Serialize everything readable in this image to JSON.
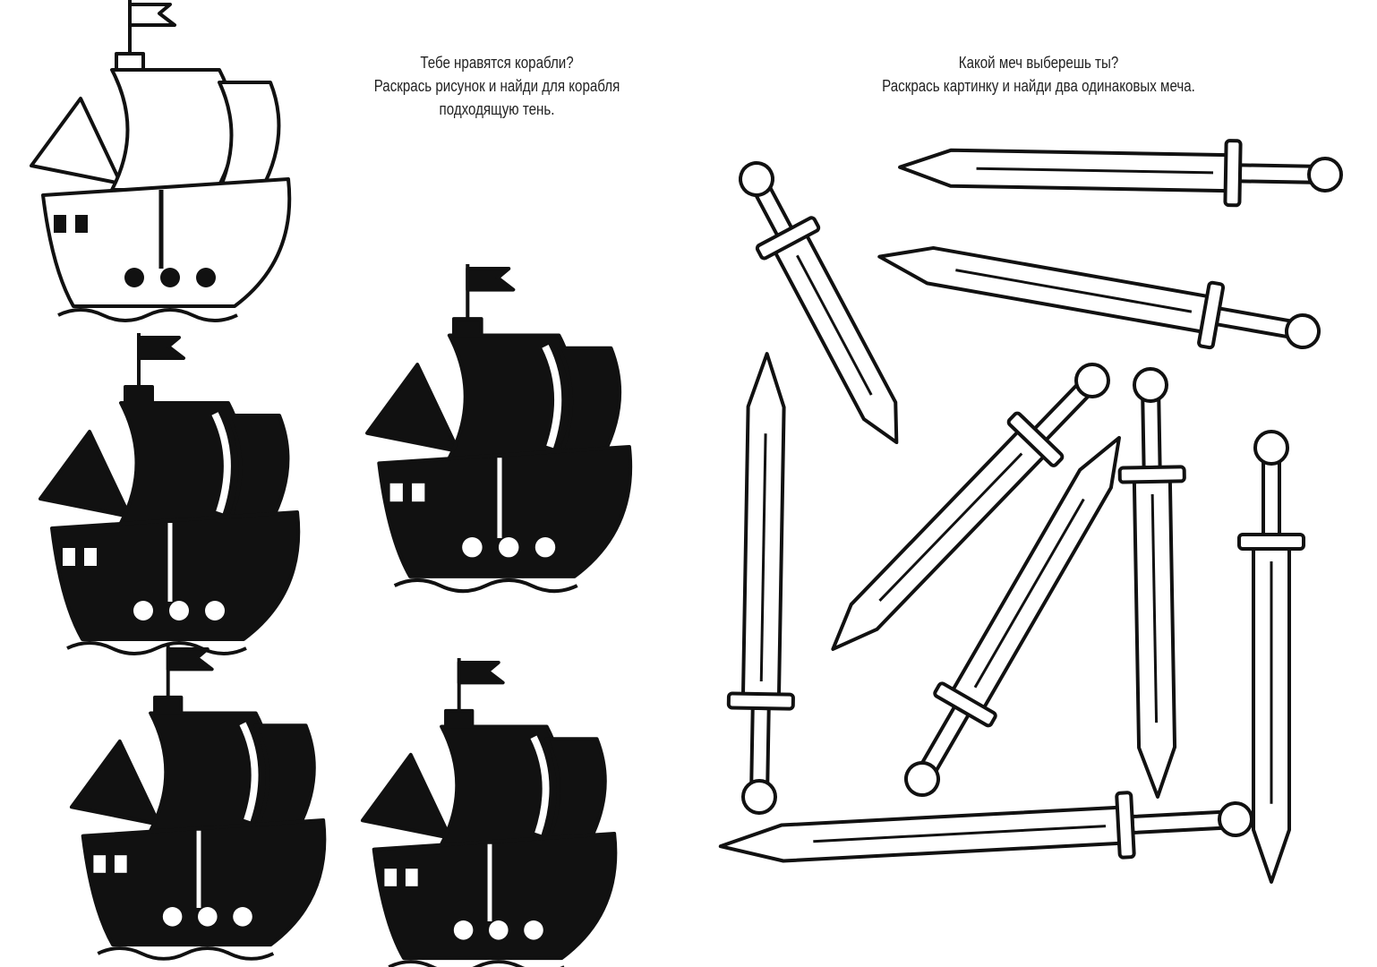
{
  "left_task": {
    "lines": [
      "Тебе нравятся корабли?",
      "Раскрась рисунок и найди для корабля",
      "подходящую тень."
    ]
  },
  "right_task": {
    "lines": [
      "Какой меч выберешь ты?",
      "Раскрась картинку и найди два одинаковых меча."
    ]
  },
  "colors": {
    "ink": "#111111",
    "paper": "#ffffff"
  }
}
